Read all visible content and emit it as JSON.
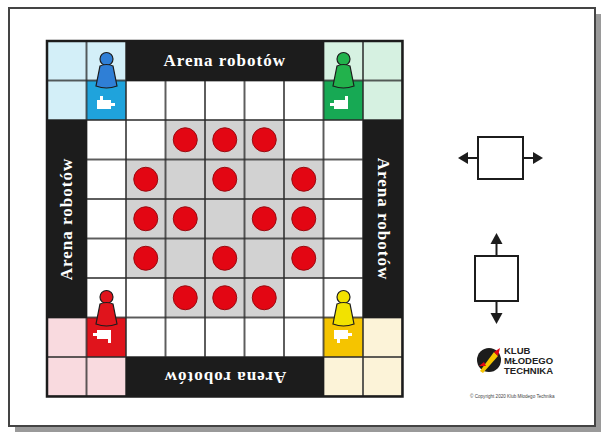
{
  "diagram": {
    "nodes": [
      {
        "text": [
          "Arena robotów"
        ]
      },
      {
        "text": [
          "Arena robotów"
        ]
      },
      {
        "text": [
          "Arena robotów"
        ]
      },
      {
        "text": [
          "Arena robotów"
        ]
      }
    ],
    "labels": [
      "KLUB MŁODEGO TECHNIKA",
      "© Copyright 2020 Klub Młodego Technika"
    ]
  }
}
